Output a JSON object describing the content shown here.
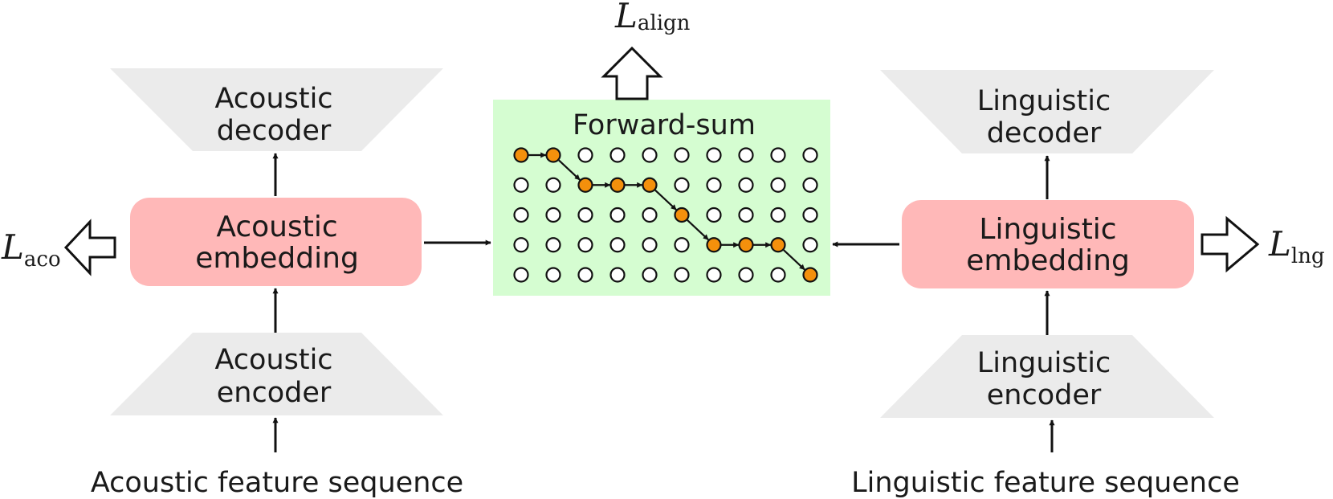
{
  "acoustic": {
    "decoder": [
      "Acoustic",
      "decoder"
    ],
    "embedding": [
      "Acoustic",
      "embedding"
    ],
    "encoder": [
      "Acoustic",
      "encoder"
    ],
    "input": "Acoustic feature sequence",
    "loss_symbol": "L",
    "loss_sub": "aco"
  },
  "linguistic": {
    "decoder": [
      "Linguistic",
      "decoder"
    ],
    "embedding": [
      "Linguistic",
      "embedding"
    ],
    "encoder": [
      "Linguistic",
      "encoder"
    ],
    "input": "Linguistic feature sequence",
    "loss_symbol": "L",
    "loss_sub": "lng"
  },
  "alignment": {
    "title": "Forward-sum",
    "loss_symbol": "L",
    "loss_sub": "align",
    "grid": {
      "rows": 5,
      "cols": 10
    },
    "path": [
      [
        0,
        0
      ],
      [
        0,
        1
      ],
      [
        1,
        2
      ],
      [
        1,
        3
      ],
      [
        1,
        4
      ],
      [
        2,
        5
      ],
      [
        3,
        6
      ],
      [
        3,
        7
      ],
      [
        3,
        8
      ],
      [
        4,
        9
      ]
    ]
  },
  "colors": {
    "embedding_fill": "#ffb8b8",
    "codec_fill": "#ebebeb",
    "alignment_fill": "#d5fdd1",
    "path_node": "#f4900c",
    "stroke": "#111111"
  }
}
